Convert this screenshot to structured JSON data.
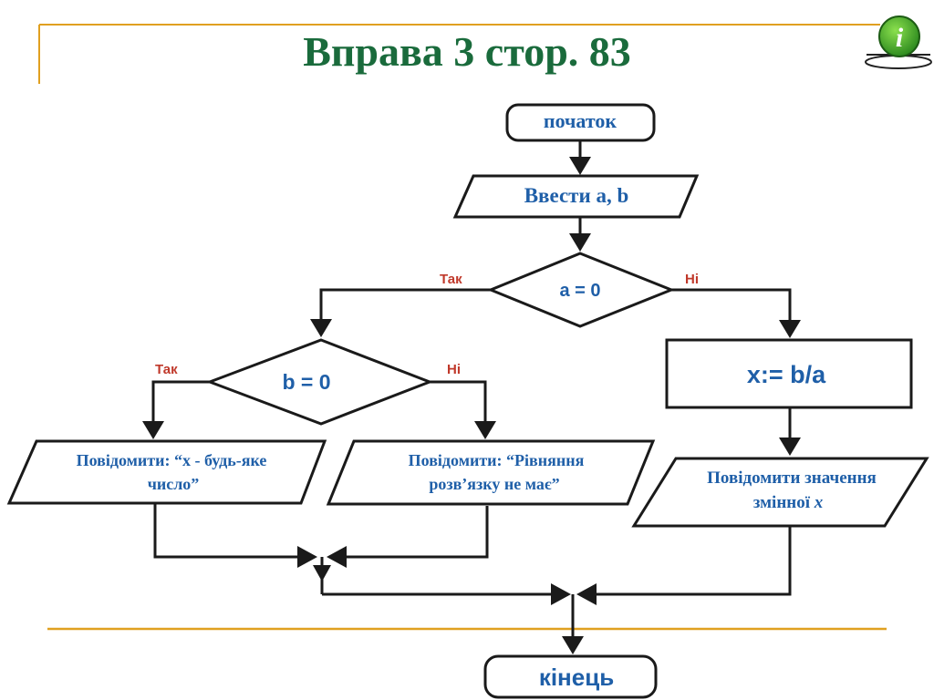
{
  "slide": {
    "title": "Вправа 3 стор. 83",
    "info_icon": "info-icon"
  },
  "flowchart": {
    "start": "початок",
    "input": "Ввести a, b",
    "cond_a": "a = 0",
    "cond_b": "b = 0",
    "yes_a": "Так",
    "no_a": "Ні",
    "yes_b": "Так",
    "no_b": "Ні",
    "assign": "x:= b/a",
    "out_any_line1": "Повідомити: “x - будь-яке",
    "out_any_line2": "число”",
    "out_none_line1": "Повідомити: “Рівняння",
    "out_none_line2": "розв’язку не має”",
    "out_value_line1": "Повідомити значення",
    "out_value_line2_prefix": "змінної ",
    "out_value_line2_var": "x",
    "end": "кінець"
  },
  "colors": {
    "title": "#1a6b3c",
    "shape_text": "#1f5fa8",
    "branch_label": "#c0392b",
    "accent_line": "#e0a020"
  }
}
